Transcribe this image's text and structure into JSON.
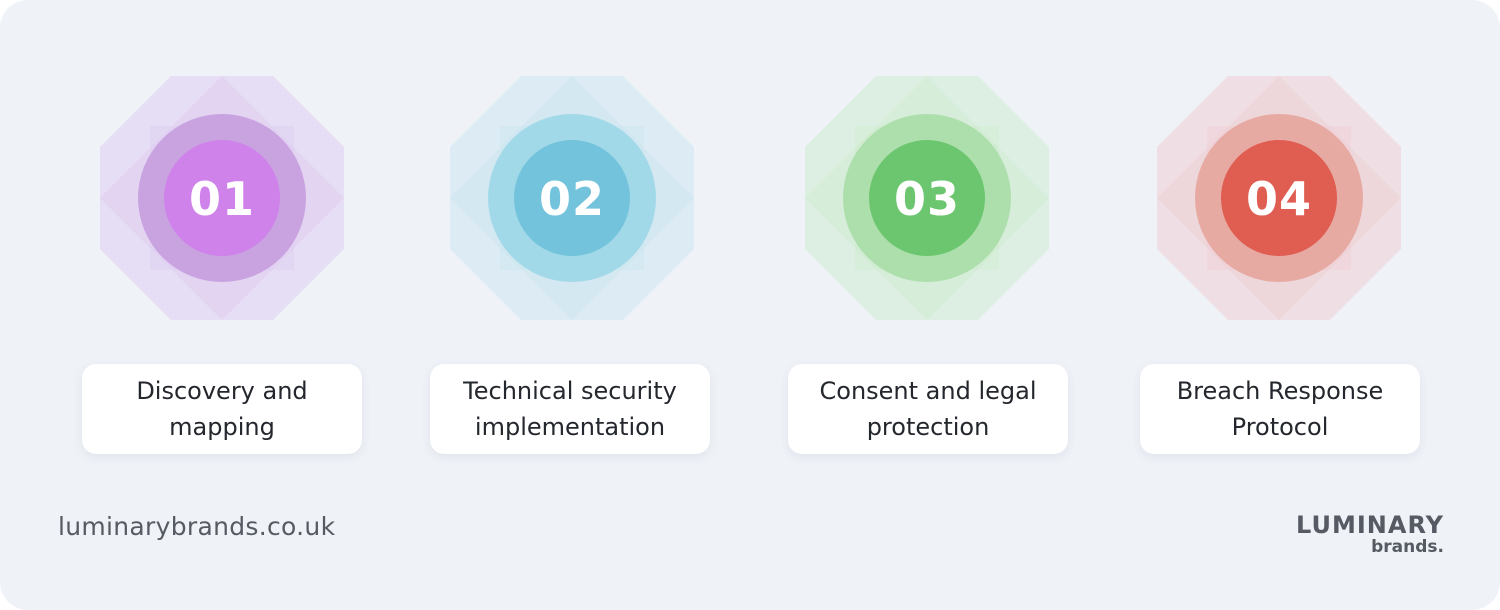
{
  "steps": [
    {
      "number": "01",
      "label": "Discovery and mapping",
      "color": "#cf82ea",
      "ring": "#c9a2e0",
      "octagon": "#dcc6ef"
    },
    {
      "number": "02",
      "label": "Technical security implementation",
      "color": "#72c3db",
      "ring": "#a2d9e9",
      "octagon": "#c5e3ef"
    },
    {
      "number": "03",
      "label": "Consent and legal protection",
      "color": "#6cc66f",
      "ring": "#acdfab",
      "octagon": "#c8eac8"
    },
    {
      "number": "04",
      "label": "Breach Response Protocol",
      "color": "#e05d52",
      "ring": "#e7aaa2",
      "octagon": "#efc8cc"
    }
  ],
  "footer": {
    "url": "luminarybrands.co.uk",
    "logo_top": "LUMINARY",
    "logo_bottom": "brands."
  }
}
